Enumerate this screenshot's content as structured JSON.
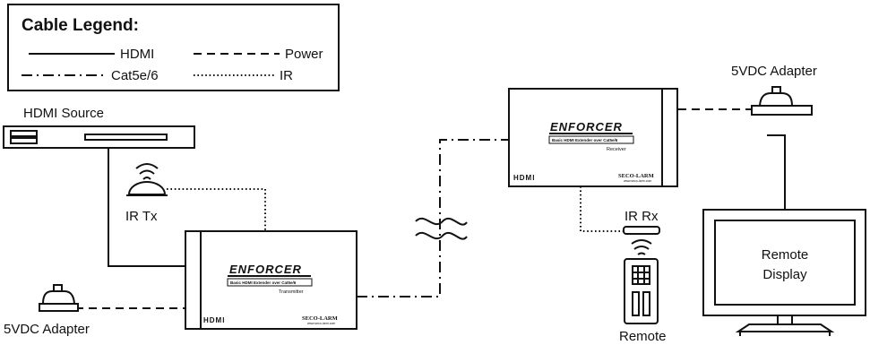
{
  "legend": {
    "title": "Cable Legend:",
    "hdmi": "HDMI",
    "power": "Power",
    "cat": "Cat5e/6",
    "ir": "IR"
  },
  "labels": {
    "hdmi_source": "HDMI Source",
    "ir_tx": "IR Tx",
    "adapter_left": "5VDC Adapter",
    "adapter_right": "5VDC Adapter",
    "ir_rx": "IR Rx",
    "remote": "Remote",
    "display_line1": "Remote",
    "display_line2": "Display"
  },
  "transmitter": {
    "brand": "ENFORCER",
    "subtitle": "Basic HDMI Extender over Cat5e/6",
    "role": "Transmitter",
    "hdmi_logo": "HDMI",
    "maker": "SECO-LARM",
    "web": "www.seco-larm.com"
  },
  "receiver": {
    "brand": "ENFORCER",
    "subtitle": "Basic HDMI Extender over Cat5e/6",
    "role": "Receiver",
    "hdmi_logo": "HDMI",
    "maker": "SECO-LARM",
    "web": "www.seco-larm.com"
  }
}
